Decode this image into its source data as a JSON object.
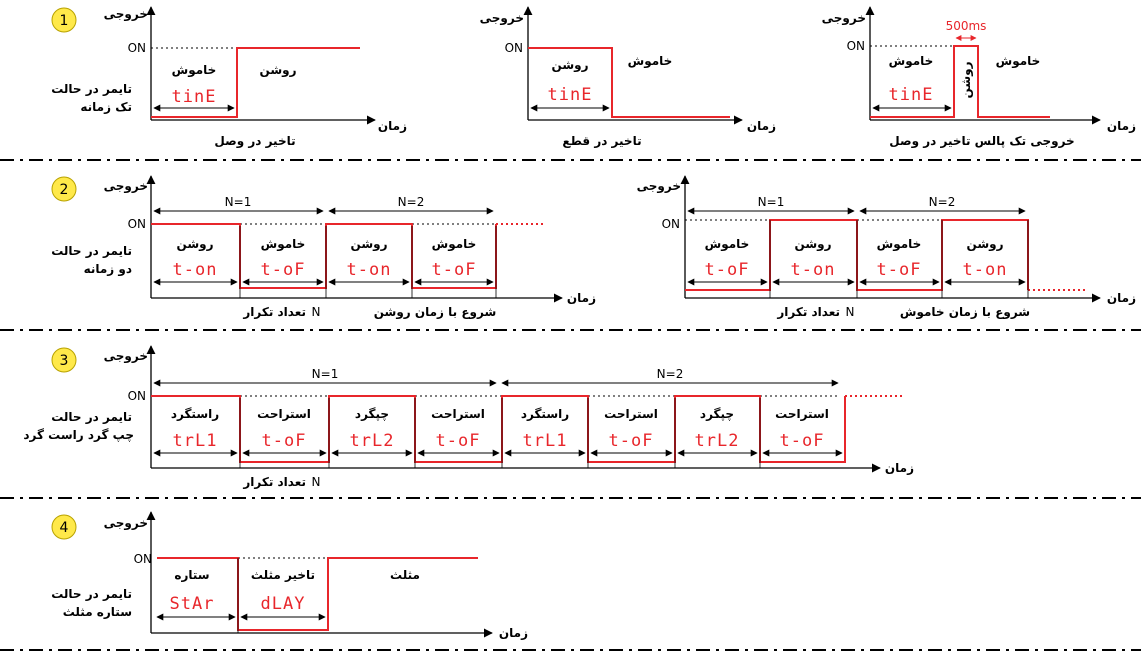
{
  "common": {
    "output": "خروجی",
    "time": "زمان",
    "on": "ON",
    "repeat_count": "تعداد تکرار",
    "n": "N",
    "n1": "N=1",
    "n2": "N=2",
    "pulse_ms": "500ms"
  },
  "rows": [
    {
      "number": "1",
      "mode": [
        "تایمر در حالت",
        "تک زمانه"
      ],
      "panels": [
        {
          "caption": "تاخیر در وصل",
          "state1": "خاموش",
          "state2": "روشن",
          "display": "tinE"
        },
        {
          "caption": "تاخیر در قطع",
          "state1": "روشن",
          "state2": "خاموش",
          "display": "tinE"
        },
        {
          "caption": "خروجی تک پالس تاخیر در وصل",
          "state1": "خاموش",
          "state2": "روشن",
          "state3": "خاموش",
          "display": "tinE"
        }
      ]
    },
    {
      "number": "2",
      "mode": [
        "تایمر در حالت",
        "دو زمانه"
      ],
      "panels": [
        {
          "caption": "شروع با زمان روشن",
          "states": [
            "روشن",
            "خاموش",
            "روشن",
            "خاموش"
          ],
          "displays": [
            "t-on",
            "t-oF",
            "t-on",
            "t-oF"
          ]
        },
        {
          "caption": "شروع با زمان خاموش",
          "states": [
            "خاموش",
            "روشن",
            "خاموش",
            "روشن"
          ],
          "displays": [
            "t-oF",
            "t-on",
            "t-oF",
            "t-on"
          ]
        }
      ]
    },
    {
      "number": "3",
      "mode": [
        "تایمر در حالت",
        "چپ گرد راست گرد"
      ],
      "states": [
        "راستگرد",
        "استراحت",
        "چپگرد",
        "استراحت",
        "راستگرد",
        "استراحت",
        "چپگرد",
        "استراحت"
      ],
      "displays": [
        "trL1",
        "t-oF",
        "trL2",
        "t-oF",
        "trL1",
        "t-oF",
        "trL2",
        "t-oF"
      ]
    },
    {
      "number": "4",
      "mode": [
        "تایمر در حالت",
        "ستاره مثلث"
      ],
      "states": [
        "ستاره",
        "تاخیر مثلث",
        "مثلث"
      ],
      "displays": [
        "StAr",
        "dLAY"
      ]
    }
  ]
}
